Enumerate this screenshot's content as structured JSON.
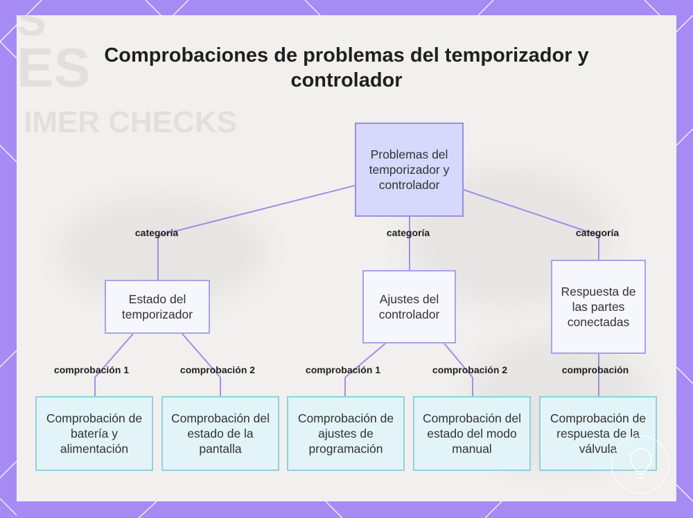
{
  "title": "Comprobaciones de problemas del temporizador y controlador",
  "background": {
    "ghost_texts": [
      "S",
      "ES",
      "IMER CHECKS"
    ]
  },
  "colors": {
    "frame": "#a58bf3",
    "root_fill": "#d6d9fb",
    "category_fill": "#f6f6fd",
    "leaf_fill": "#e2f4f8",
    "edge": "#a18de3"
  },
  "nodes": {
    "root": "Problemas del temporizador y controlador",
    "cat1": "Estado del temporizador",
    "cat2": "Ajustes del controlador",
    "cat3": "Respuesta de las partes conectadas",
    "leaf1": "Comprobación de batería y alimentación",
    "leaf2": "Comprobación del estado de la pantalla",
    "leaf3": "Comprobación de ajustes de programación",
    "leaf4": "Comprobación del estado del modo manual",
    "leaf5": "Comprobación de respuesta de la válvula"
  },
  "edges": {
    "e1": "categoría",
    "e2": "categoría",
    "e3": "categoría",
    "e4": "comprobación 1",
    "e5": "comprobación 2",
    "e6": "comprobación 1",
    "e7": "comprobación 2",
    "e8": "comprobación"
  },
  "watermark_icon": "lightbulb-icon"
}
